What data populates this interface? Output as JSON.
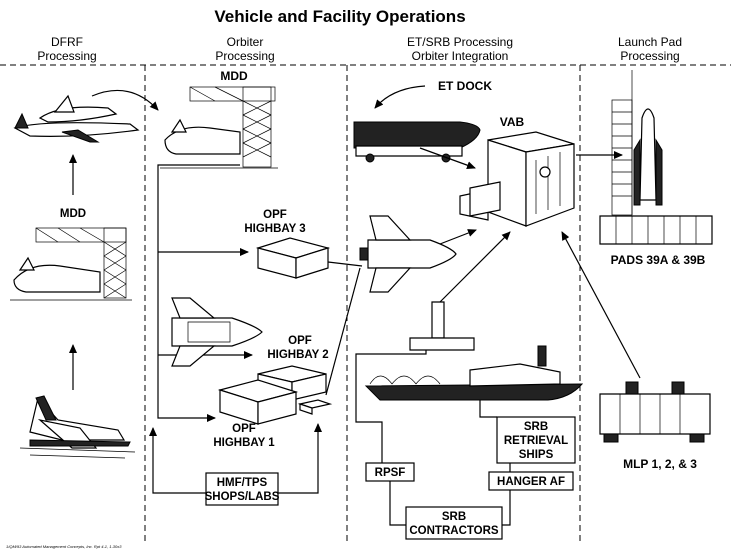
{
  "title": "Vehicle and Facility Operations",
  "columns": [
    {
      "line1": "DFRF",
      "line2": "Processing"
    },
    {
      "line1": "Orbiter",
      "line2": "Processing"
    },
    {
      "line1": "ET/SRB Processing",
      "line2": "Orbiter Integration"
    },
    {
      "line1": "Launch Pad",
      "line2": "Processing"
    }
  ],
  "labels": {
    "mdd_left": "MDD",
    "mdd_top": "MDD",
    "opf3_line1": "OPF",
    "opf3_line2": "HIGHBAY 3",
    "opf2_line1": "OPF",
    "opf2_line2": "HIGHBAY 2",
    "opf1_line1": "OPF",
    "opf1_line2": "HIGHBAY 1",
    "et_dock": "ET DOCK",
    "vab": "VAB",
    "pads": "PADS 39A & 39B",
    "mlp": "MLP 1, 2, & 3",
    "rpsf": "RPSF",
    "hanger": "HANGER AF",
    "srb_retrieval_line1": "SRB",
    "srb_retrieval_line2": "RETRIEVAL",
    "srb_retrieval_line3": "SHIPS",
    "srb_contractors_line1": "SRB",
    "srb_contractors_line2": "CONTRACTORS",
    "hmf_line1": "HMF/TPS",
    "hmf_line2": "SHOPS/LABS",
    "footnote": "1/QM/93   Automated Management Concepts, Inc. Rpt 4-1, 1-30x3"
  }
}
